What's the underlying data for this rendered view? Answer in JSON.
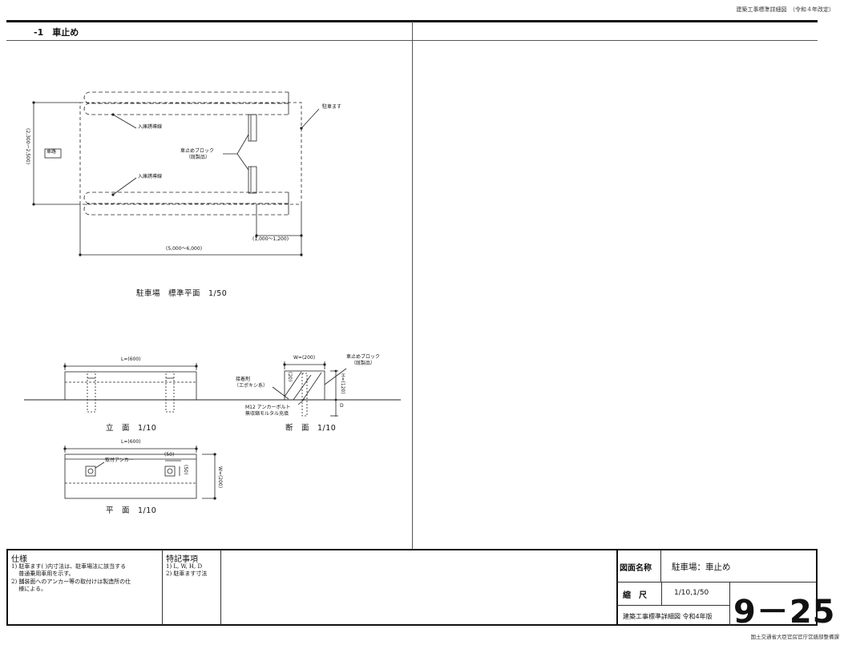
{
  "header": {
    "standard_name": "建築工事標準詳細図　（令和４年改定）"
  },
  "section": {
    "title": "-1　車止め"
  },
  "plan": {
    "label_road": "車路",
    "label_lead_lines_1": "入庫誘導線",
    "label_lead_lines_2": "入庫誘導線",
    "label_parking_space": "駐車ます",
    "label_block": "車止めブロック",
    "label_block_sub": "（既製品）",
    "dim_width": "(2,300～2,500)",
    "dim_length": "(5,000～6,000)",
    "dim_offset": "(1,000～1,200)",
    "caption": "駐車場　標準平面　1/50"
  },
  "elevation": {
    "dim_length": "L=(600)",
    "caption": "立　面　1/10"
  },
  "section_view": {
    "dim_width": "W=(200)",
    "dim_chamfer": "(20)",
    "dim_height": "H=(120)",
    "dim_depth": "D",
    "label_block": "車止めブロック",
    "label_block_sub": "（既製品）",
    "label_adhesive": "接着剤",
    "label_adhesive_sub": "（エポキシ系）",
    "label_anchor": "M12 アンカーボルト",
    "label_anchor_sub": "無収縮モルタル充填",
    "caption": "断　面　1/10"
  },
  "plan_small": {
    "dim_length": "L=(600)",
    "dim_hole": "(50)",
    "dim_hole_v": "(50)",
    "dim_width": "W=(200)",
    "label_anchor": "取付アンカー",
    "caption": "平　面　1/10"
  },
  "spec": {
    "heading": "仕様",
    "item1": "1) 駐車ます( )内寸法は、駐車場法に該当する",
    "item1b": "　 普通乗用車用を示す。",
    "item2": "2) 舗装面へのアンカー等の取付けは製造所の仕",
    "item2b": "　 様による。"
  },
  "special": {
    "heading": "特記事項",
    "item1": "1) L, W, H, D",
    "item2": "2) 駐車ます寸法"
  },
  "titleblock": {
    "name_label": "図面名称",
    "name_value": "駐車場：車止め",
    "scale_label": "縮　尺",
    "scale_value": "1/10,1/50",
    "series": "建築工事標準詳細図 令和4年版",
    "sheet_no": "9－25"
  },
  "footer": {
    "issuer": "国土交通省大臣官房官庁営繕部整備課"
  }
}
